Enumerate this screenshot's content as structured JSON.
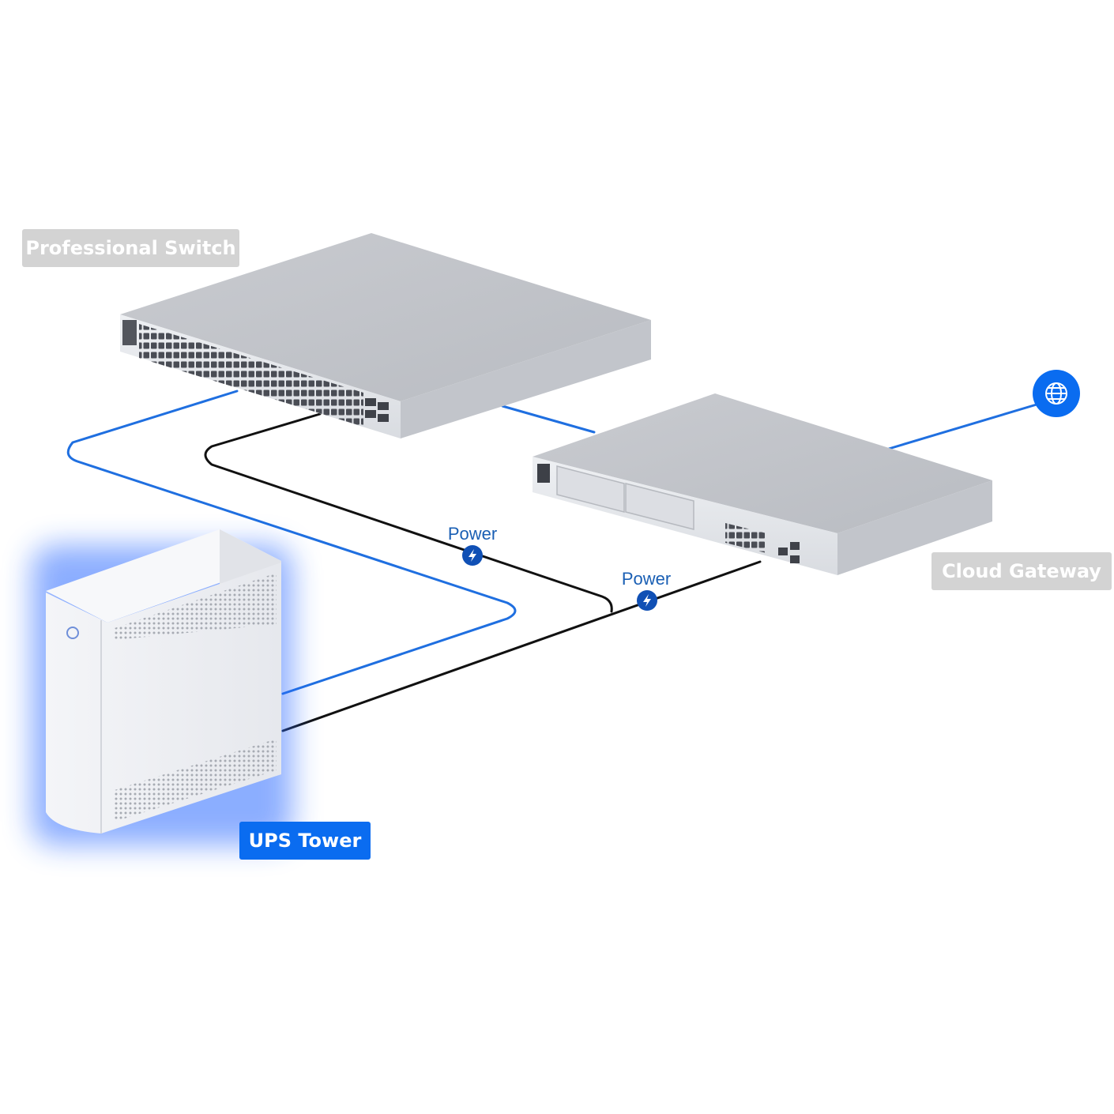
{
  "devices": {
    "switch": {
      "label": "Professional Switch"
    },
    "gateway": {
      "label": "Cloud Gateway"
    },
    "ups": {
      "label": "UPS Tower",
      "active": true
    }
  },
  "connections": {
    "power_1": {
      "label": "Power"
    },
    "power_2": {
      "label": "Power"
    }
  },
  "colors": {
    "data_link": "#1f6fe0",
    "power_link": "#111111",
    "active_label": "#0a6cf0",
    "inactive_label": "#d3d3d3",
    "power_badge": "#1050b5"
  },
  "icons": {
    "internet": "globe-icon",
    "power": "bolt-icon"
  }
}
